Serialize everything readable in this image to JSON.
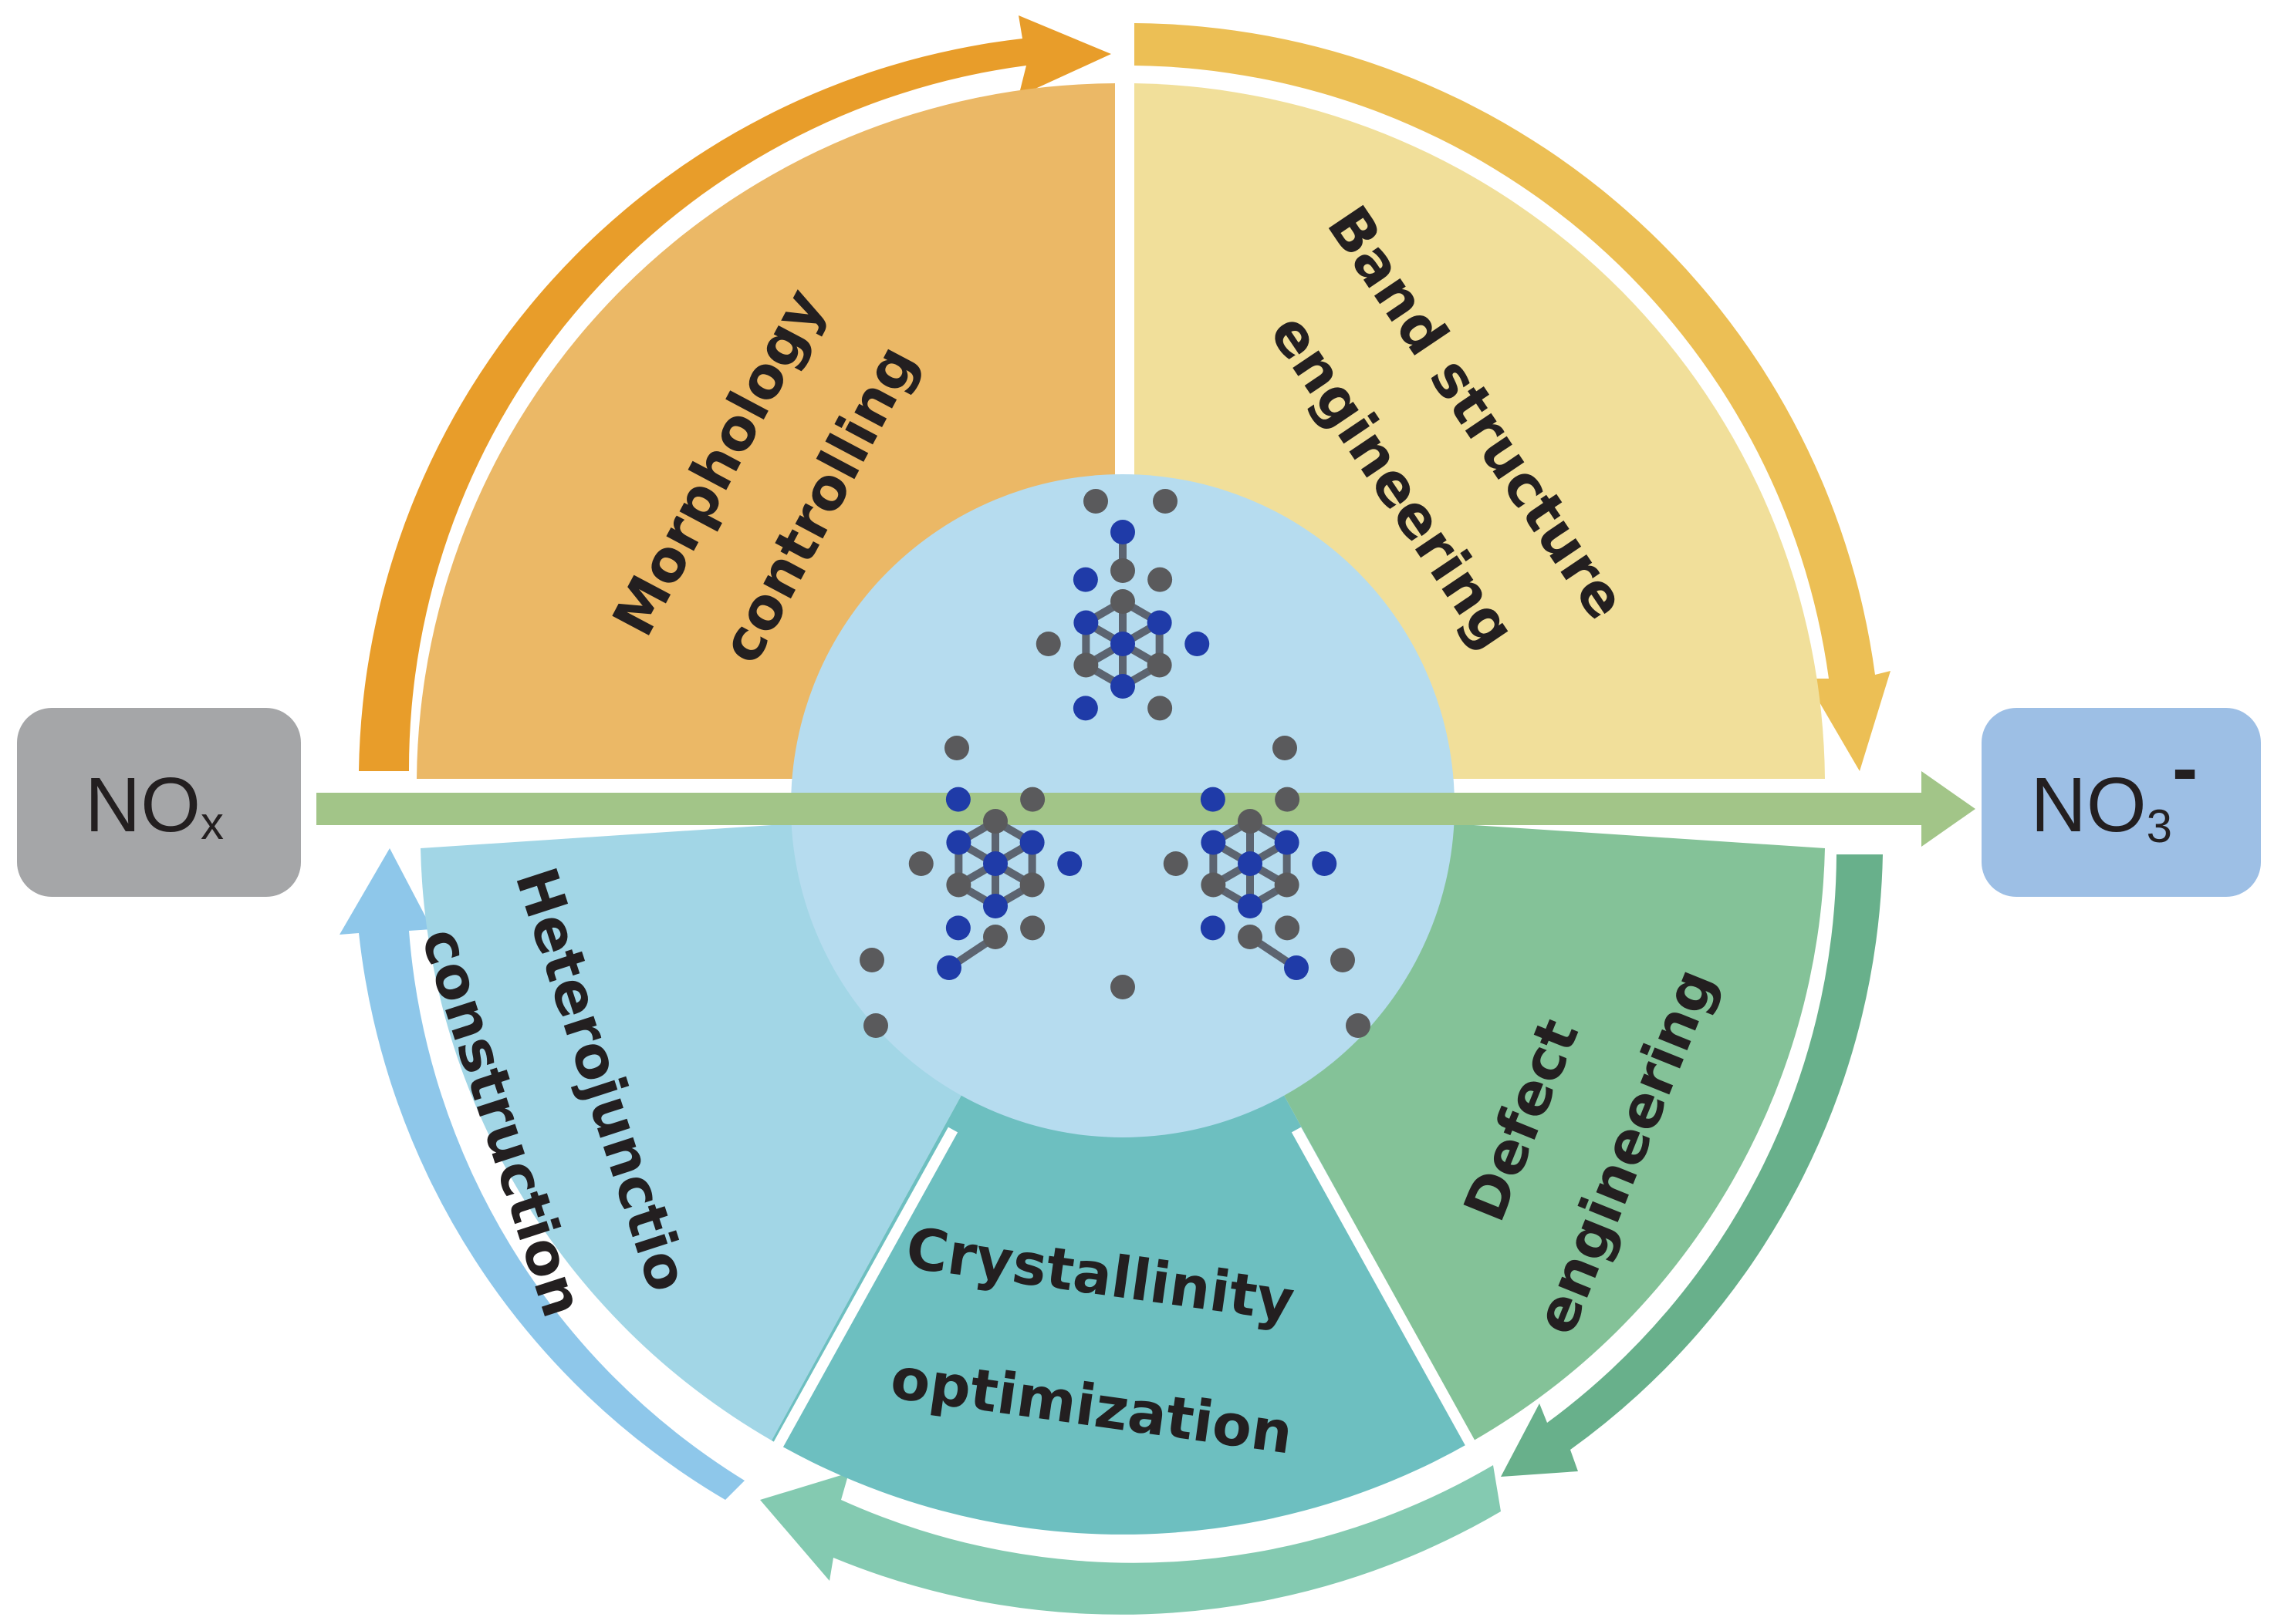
{
  "input_label": {
    "main": "NO",
    "sub": "x"
  },
  "output_label": {
    "main": "NO",
    "sub": "3",
    "sup": "-"
  },
  "strategies": {
    "morphology": {
      "line1": "Morphology",
      "line2": "controlling"
    },
    "band": {
      "line1": "Band structure",
      "line2": "engineering"
    },
    "defect": {
      "line1": "Defect",
      "line2": "engineering"
    },
    "crystallinity": {
      "line1": "Crystallinity",
      "line2": "optimization"
    },
    "heterojunction": {
      "line1": "Heterojunctio",
      "line2": "construction"
    }
  },
  "colors": {
    "morphology_fill": "#ebb866",
    "morphology_arrow": "#e89d2a",
    "band_fill": "#f1df9a",
    "band_arrow": "#ecbf55",
    "defect_fill": "#84c298",
    "defect_arrow": "#68b08b",
    "crystallinity_fill": "#6dbfc0",
    "crystallinity_arrow": "#84cab1",
    "heterojunction_fill": "#a2d6e6",
    "heterojunction_arrow": "#8ec7ea",
    "center_fill": "#b6dcef",
    "main_arrow": "#a2c588",
    "input_box": "#a5a6a8",
    "output_box": "#9dbfe5",
    "atom_carbon": "#5a5a5c",
    "atom_nitrogen": "#1f3ba8"
  },
  "icons": [
    "carbon-nitride-molecule-icon",
    "process-arrow-icon"
  ]
}
